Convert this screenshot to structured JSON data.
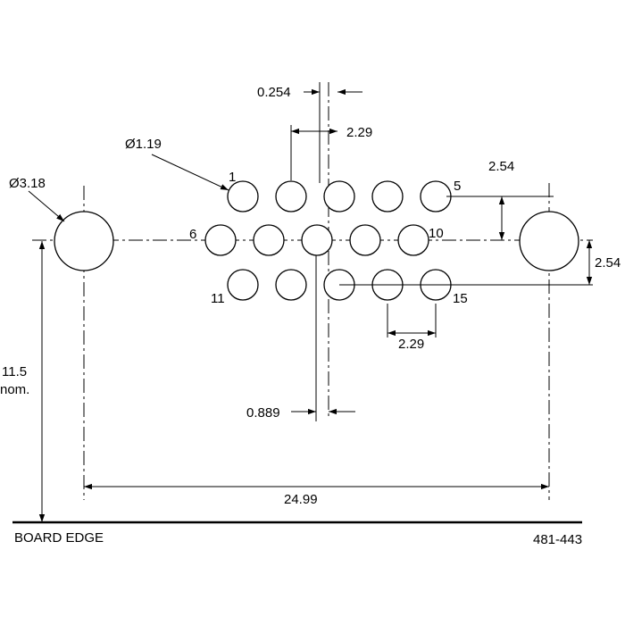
{
  "drawing": {
    "labels": {
      "mount_hole_dia": "Ø3.18",
      "pin_hole_dia": "Ø1.19",
      "offset_top": "0.254",
      "pitch_top": "2.29",
      "row_pitch_upper": "2.54",
      "row_pitch_lower": "2.54",
      "pitch_bottom": "2.29",
      "offset_bottom": "0.889",
      "mount_spacing": "24.99",
      "height_line1": "11.5",
      "height_line2": "nom.",
      "board_edge": "BOARD EDGE",
      "part_number": "481-443"
    },
    "pin_numbers": {
      "first_row_start": "1",
      "first_row_end": "5",
      "second_row_start": "6",
      "second_row_end": "10",
      "third_row_start": "11",
      "third_row_end": "15"
    },
    "values_mm": {
      "mount_hole_diameter": 3.18,
      "pin_hole_diameter": 1.19,
      "pin_pitch": 2.29,
      "row_pitch": 2.54,
      "mount_hole_spacing": 24.99,
      "height_above_board_edge": 11.5,
      "top_row_offset": 0.254,
      "bottom_row_offset": 0.889
    },
    "pin_rows": [
      5,
      5,
      5
    ]
  }
}
